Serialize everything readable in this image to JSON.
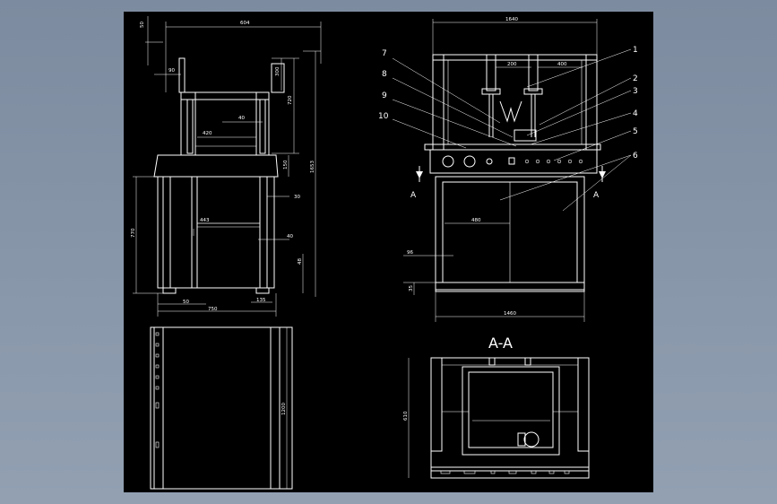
{
  "colors": {
    "viewport_bg": "#8795a7",
    "canvas_bg": "#000000",
    "line": "#ffffff"
  },
  "side_view": {
    "dims": {
      "top_width": "604",
      "small_50": "50",
      "d90": "90",
      "h300": "300",
      "h720": "720",
      "d40": "40",
      "d420": "420",
      "h150": "150",
      "total_h": "1653",
      "d30": "30",
      "h770": "770",
      "d443": "443",
      "d40b": "40",
      "d48": "48",
      "d50": "50",
      "d135": "135",
      "base_w": "750"
    }
  },
  "front_view": {
    "dims": {
      "top_width": "1640",
      "d200": "200",
      "d400": "400",
      "d480": "480",
      "d96": "96",
      "d35": "35",
      "base_w": "1460"
    },
    "callouts": [
      "1",
      "2",
      "3",
      "4",
      "5",
      "6",
      "7",
      "8",
      "9",
      "10"
    ],
    "section_marks": [
      "A",
      "A"
    ]
  },
  "top_view": {
    "dims": {
      "depth": "1200"
    }
  },
  "section_view": {
    "title": "A-A",
    "dims": {
      "depth": "610"
    }
  }
}
